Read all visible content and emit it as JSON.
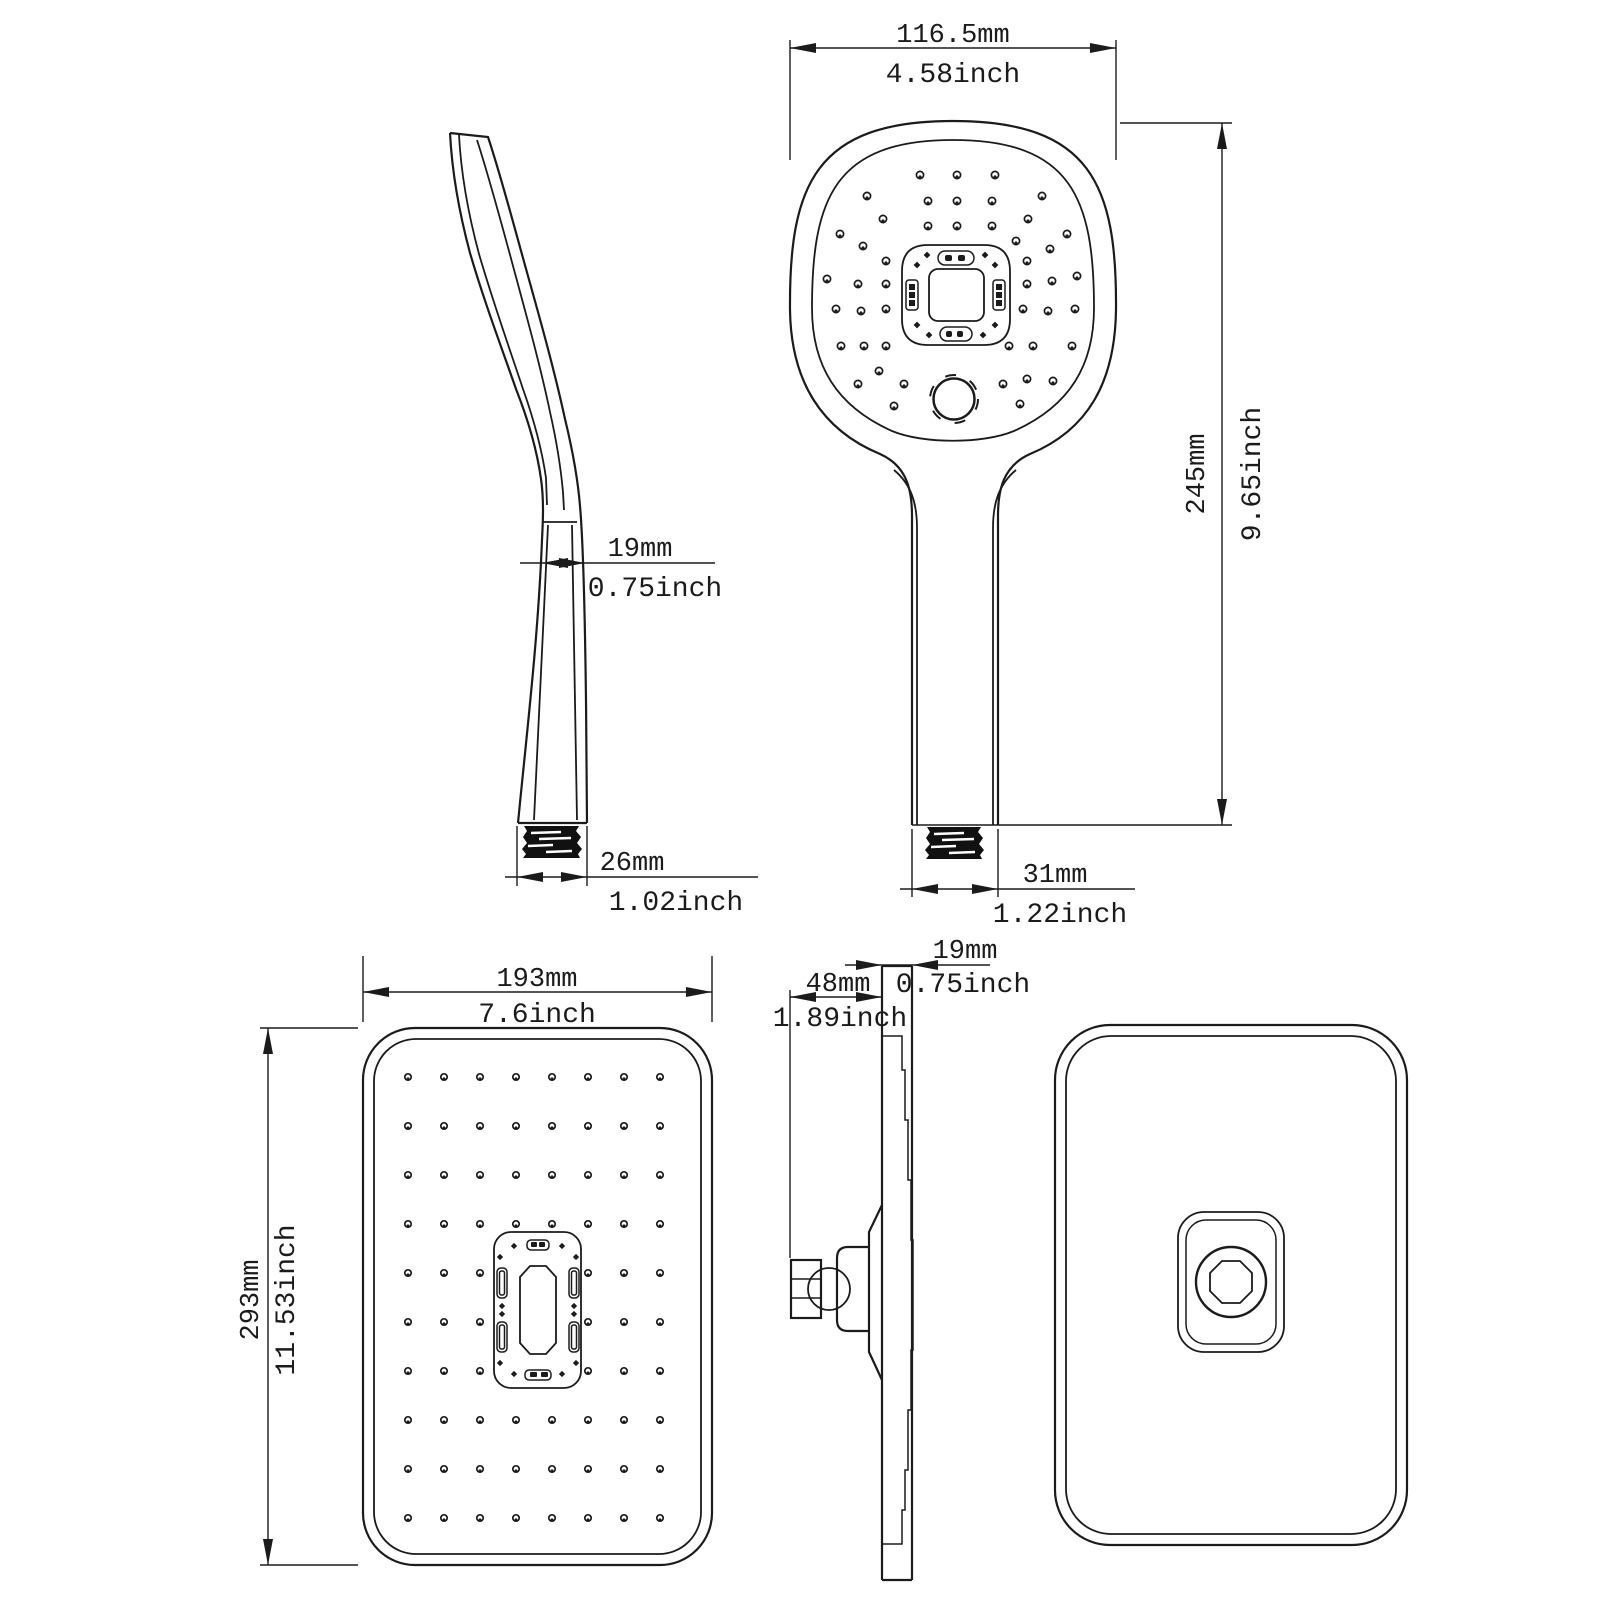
{
  "page": {
    "background": "#ffffff",
    "line_color": "#1b1b1b",
    "drawing_type": "shower head dimensional drawing"
  },
  "views": {
    "handheld_side": {
      "name": "handheld shower side view",
      "handle_thickness": {
        "mm": "19mm",
        "inch": "0.75inch"
      },
      "connector": {
        "mm": "26mm",
        "inch": "1.02inch"
      }
    },
    "handheld_front": {
      "name": "handheld shower front view",
      "width": {
        "mm": "116.5mm",
        "inch": "4.58inch"
      },
      "height": {
        "mm": "245mm",
        "inch": "9.65inch"
      },
      "connector": {
        "mm": "31mm",
        "inch": "1.22inch"
      }
    },
    "rain_top": {
      "name": "rain shower head face view",
      "width": {
        "mm": "193mm",
        "inch": "7.6inch"
      },
      "height": {
        "mm": "293mm",
        "inch": "11.53inch"
      }
    },
    "rain_side": {
      "name": "rain shower head side view",
      "depth": {
        "mm": "48mm",
        "inch": "1.89inch"
      },
      "thickness": {
        "mm": "19mm",
        "inch": "0.75inch"
      }
    },
    "rain_back": {
      "name": "rain shower head back view"
    }
  }
}
